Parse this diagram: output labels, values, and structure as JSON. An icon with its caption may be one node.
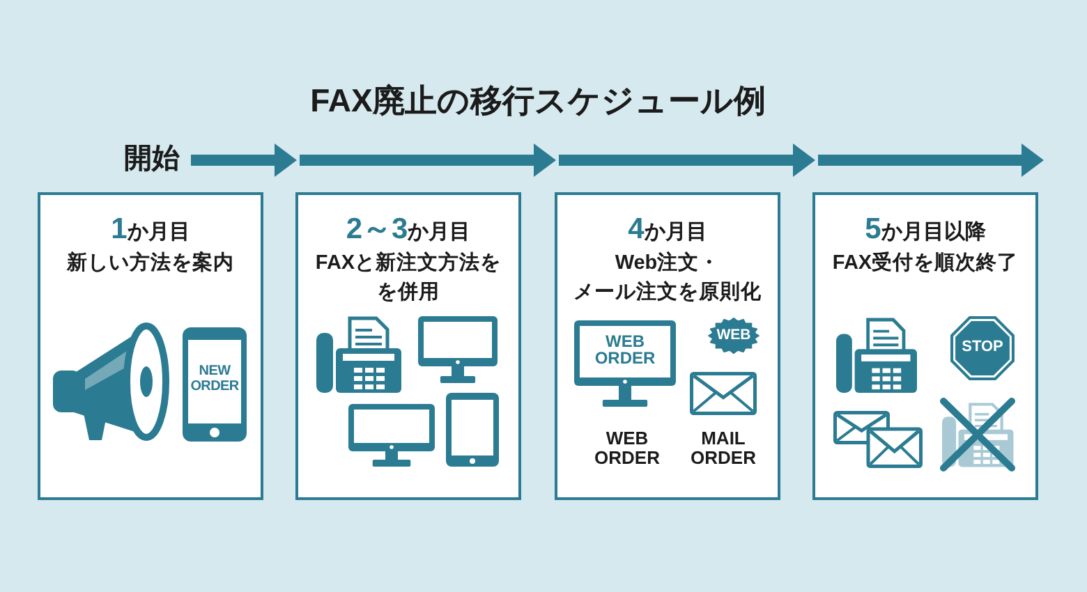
{
  "diagram": {
    "title": "FAX廃止の移行スケジュール例",
    "nodes": [
      {
        "text": [
          "**1**か月目",
          "新しい方法を案内"
        ]
      },
      {
        "text": [
          "**2～3**か月目",
          "FAXと新注文方法をを併用"
        ]
      },
      {
        "text": [
          "**4**か月目",
          "Web注文・メール注文を原則化"
        ]
      },
      {
        "text": [
          "**5**か月目以降",
          "FAX受付を順次終了"
        ]
      }
    ],
    "labels": [
      "開始",
      "NEW ORDER",
      "WEB ORDER",
      "WEB",
      "WEB ORDER",
      "MAIL ORDER",
      "STOP"
    ]
  }
}
